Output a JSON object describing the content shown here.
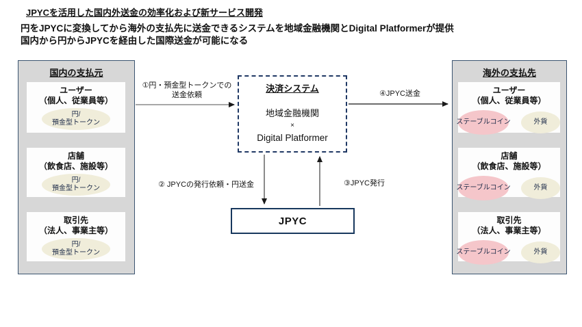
{
  "title": "JPYCを活用した国内外送金の効率化および新サービス開発",
  "subtitle_line1": "円をJPYCに変換してから海外の支払先に送金できるシステムを地域金融機関とDigital Platformerが提供",
  "subtitle_line2": "国内から円からJPYCを経由した国際送金が可能になる",
  "colors": {
    "navy_border": "#1f3864",
    "panel_gray": "#d7d7d7",
    "cream_badge": "#f0edda",
    "pink_badge": "#f5c6ca"
  },
  "left_panel": {
    "header": "国内の支払元",
    "cards": [
      {
        "title_line1": "ユーザー",
        "title_line2": "（個人、従業員等）",
        "badge_line1": "円/",
        "badge_line2": "預金型トークン"
      },
      {
        "title_line1": "店舗",
        "title_line2": "（飲食店、施設等）",
        "badge_line1": "円/",
        "badge_line2": "預金型トークン"
      },
      {
        "title_line1": "取引先",
        "title_line2": "（法人、事業主等）",
        "badge_line1": "円/",
        "badge_line2": "預金型トークン"
      }
    ]
  },
  "center_box": {
    "header": "決済システム",
    "line1": "地域金融機関",
    "line2": "×",
    "line3": "Digital Platformer"
  },
  "jpyc_box": {
    "label": "JPYC"
  },
  "right_panel": {
    "header": "海外の支払先",
    "cards": [
      {
        "title_line1": "ユーザー",
        "title_line2": "（個人、従業員等）",
        "badge_pink": "ステーブルコイン",
        "badge_cream": "外貨"
      },
      {
        "title_line1": "店舗",
        "title_line2": "（飲食店、施設等）",
        "badge_pink": "ステーブルコイン",
        "badge_cream": "外貨"
      },
      {
        "title_line1": "取引先",
        "title_line2": "（法人、事業主等）",
        "badge_pink": "ステーブルコイン",
        "badge_cream": "外貨"
      }
    ]
  },
  "flow_labels": {
    "step1_line1": "①円・預金型トークンでの",
    "step1_line2": "送金依頼",
    "step2": "② JPYCの発行依頼・円送金",
    "step3": "③JPYC発行",
    "step4": "④JPYC送金"
  }
}
